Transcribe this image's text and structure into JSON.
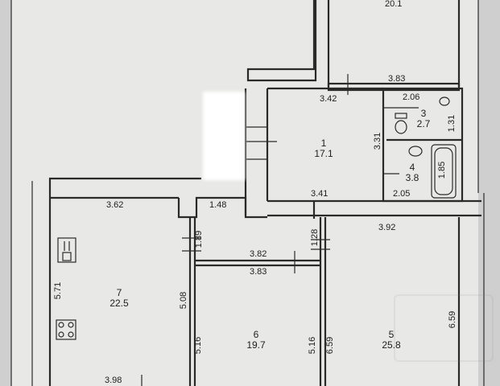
{
  "rooms": [
    {
      "id": "1",
      "area": "17.1"
    },
    {
      "id": "3",
      "area": "2.7"
    },
    {
      "id": "4",
      "area": "3.8"
    },
    {
      "id": "5",
      "area": "25.8"
    },
    {
      "id": "6",
      "area": "19.7"
    },
    {
      "id": "7",
      "area": "22.5"
    }
  ],
  "top_room_area": "20.1",
  "dimensions": {
    "d383_top": "3.83",
    "d342": "3.42",
    "d206": "2.06",
    "d131": "1.31",
    "d331": "3.31",
    "d185": "1.85",
    "d205": "2.05",
    "d341": "3.41",
    "d362": "3.62",
    "d148": "1.48",
    "d189": "1.89",
    "d128": "1.28",
    "d392": "3.92",
    "d382": "3.82",
    "d383_mid": "3.83",
    "d571": "5.71",
    "d508": "5.08",
    "d516_a": "5.16",
    "d516_b": "5.16",
    "d659_a": "6.59",
    "d659_b": "6.59",
    "d398": "3.98"
  },
  "colors": {
    "wall": "#2a2a2a",
    "paper": "#e8e8e6",
    "background": "#d8d8d8"
  }
}
